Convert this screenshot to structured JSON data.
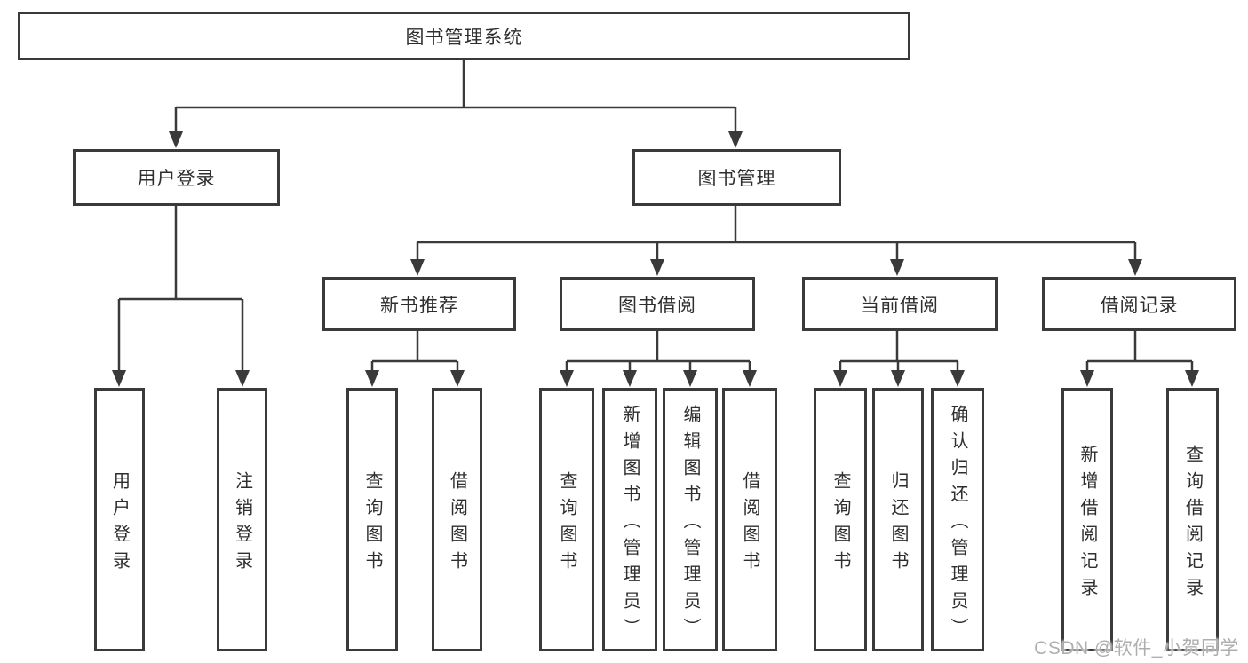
{
  "tree": {
    "root": {
      "label": "图书管理系统"
    },
    "children": [
      {
        "label": "用户登录",
        "children": [
          {
            "label": "用户登录"
          },
          {
            "label": "注销登录"
          }
        ]
      },
      {
        "label": "图书管理",
        "children": [
          {
            "label": "新书推荐",
            "children": [
              {
                "label": "查询图书"
              },
              {
                "label": "借阅图书"
              }
            ]
          },
          {
            "label": "图书借阅",
            "children": [
              {
                "label": "查询图书"
              },
              {
                "label": "新增图书（管理员）"
              },
              {
                "label": "编辑图书（管理员）"
              },
              {
                "label": "借阅图书"
              }
            ]
          },
          {
            "label": "当前借阅",
            "children": [
              {
                "label": "查询图书"
              },
              {
                "label": "归还图书"
              },
              {
                "label": "确认归还（管理员）"
              }
            ]
          },
          {
            "label": "借阅记录",
            "children": [
              {
                "label": "新增借阅记录"
              },
              {
                "label": "查询借阅记录"
              }
            ]
          }
        ]
      }
    ]
  },
  "watermark": "CSDN @软件_小贺同学",
  "colors": {
    "line": "#3a3a3a",
    "box_border": "#3a3a3a",
    "text": "#2e2e2e",
    "watermark": "#aeaeae",
    "background": "#ffffff"
  }
}
